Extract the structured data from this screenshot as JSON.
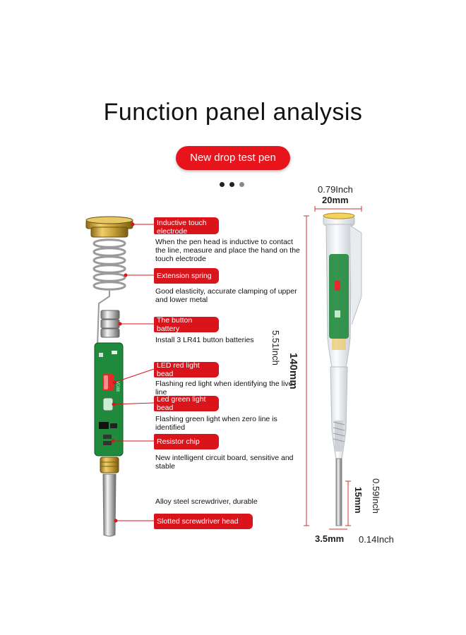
{
  "title": "Function panel analysis",
  "subtitle": "New drop test pen",
  "callouts": [
    {
      "label": "Inductive touch electrode",
      "description": "When the pen head is inductive to contact the line, measure and place the hand on the touch electrode"
    },
    {
      "label": "Extension spring",
      "description": "Good elasticity, accurate clamping of upper and lower metal"
    },
    {
      "label": "The button battery",
      "description": "Install 3 LR41 button batteries"
    },
    {
      "label": "LED red light bead",
      "description": "Flashing red light when identifying the live line"
    },
    {
      "label": "Led green light bead",
      "description": "Flashing green light when zero line is identified"
    },
    {
      "label": "Resistor chip",
      "description": "New intelligent circuit board, sensitive and stable"
    },
    {
      "label": "Slotted screwdriver head",
      "description": "Alloy steel screwdriver, durable"
    }
  ],
  "dimensions": {
    "width_inch": "0.79Inch",
    "width_mm": "20mm",
    "length_inch": "5.51Inch",
    "length_mm": "140mm",
    "tip_len_inch": "0.59Inch",
    "tip_len_mm": "15mm",
    "tip_w_mm": "3.5mm",
    "tip_w_inch": "0.14Inch"
  },
  "colors": {
    "accent_red": "#e8141b",
    "pcb_green": "#1f8a3c",
    "brass": "#c9a23a"
  }
}
